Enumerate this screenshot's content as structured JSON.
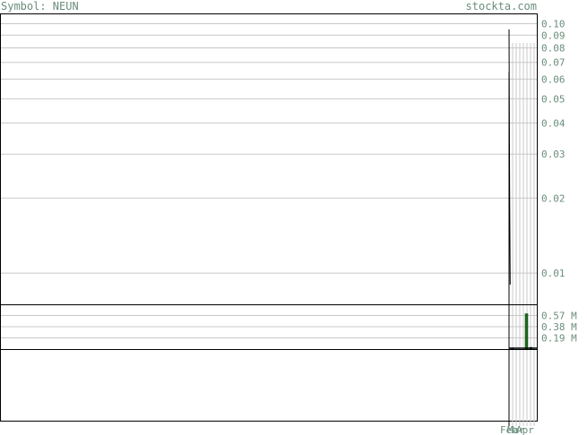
{
  "header": {
    "symbol_label": "Symbol: NEUN",
    "site_label": "stockta.com"
  },
  "colors": {
    "text": "#6b8e7b",
    "grid": "#c8c8c8",
    "frame": "#000000",
    "volume_bar": "#1f6b1f"
  },
  "chart_data": [
    {
      "type": "line",
      "panel": "price",
      "y_scale": "log",
      "ylim": [
        0.0075,
        0.11
      ],
      "y_ticks": [
        0.1,
        0.09,
        0.08,
        0.07,
        0.06,
        0.05,
        0.04,
        0.03,
        0.02,
        0.01
      ],
      "y_tick_labels": [
        "0.10",
        "0.09",
        "0.08",
        "0.07",
        "0.06",
        "0.05",
        "0.04",
        "0.03",
        "0.02",
        "0.01"
      ],
      "x_labels": [
        "Feb",
        "Mar",
        "Apr"
      ],
      "series": [
        {
          "values": [
            0.095,
            0.022,
            0.009
          ]
        }
      ]
    },
    {
      "type": "bar",
      "panel": "volume",
      "ylim": [
        0,
        0.76
      ],
      "y_ticks": [
        0.57,
        0.38,
        0.19
      ],
      "y_tick_labels": [
        "0.57 M",
        "0.38 M",
        "0.19 M"
      ],
      "values": [
        0.02,
        0.6,
        0.03
      ]
    }
  ]
}
